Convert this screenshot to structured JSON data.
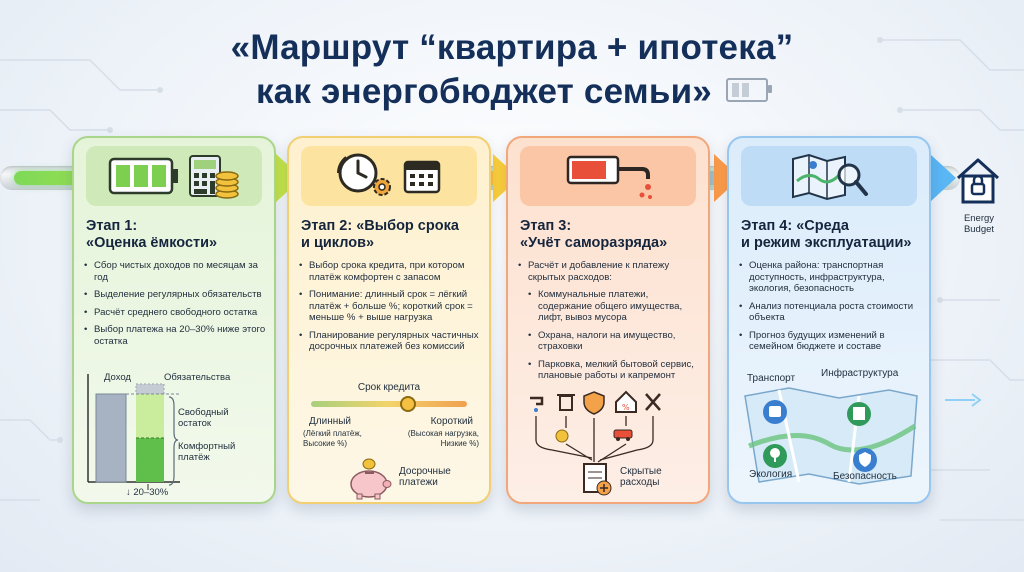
{
  "title": {
    "line1": "«Маршрут “квартира + ипотека”",
    "line2": "как энергобюджет семьи»"
  },
  "colors": {
    "stage1": "#a9d68a",
    "stage2": "#f1cf72",
    "stage3": "#f2a77a",
    "stage4": "#97c6ef",
    "title": "#14305a"
  },
  "stage1": {
    "title": "Этап 1:\n«Оценка ёмкости»",
    "items": [
      "Сбор чистых доходов по месяцам за год",
      "Выделение регулярных обязательств",
      "Расчёт среднего свободного остатка",
      "Выбор платежа на 20–30% ниже этого остатка"
    ],
    "chart": {
      "income": "Доход",
      "obligations": "Обязательства",
      "free_rest": "Свободный\nостаток",
      "comfort_payment": "Комфортный\nплатёж",
      "reduction": "↓ 20–30%"
    },
    "icons": [
      "battery-icon",
      "calculator-icon",
      "coins-icon"
    ]
  },
  "stage2": {
    "title": "Этап 2: «Выбор срока\nи циклов»",
    "items": [
      "Выбор срока кредита, при котором платёж комфортен с запасом",
      "Понимание: длинный срок = лёгкий платёж + больше %; короткий срок = меньше % + выше нагрузка",
      "Планирование регулярных частичных досрочных платежей без комиссий"
    ],
    "slider": {
      "label": "Срок кредита",
      "left_title": "Длинный",
      "left_note": "(Лёгкий платёж,\nВысокие %)",
      "right_title": "Короткий",
      "right_note": "(Высокая нагрузка,\nНизкие %)",
      "value": 0.62
    },
    "early": "Досрочные\nплатежи",
    "icons": [
      "clock-icon",
      "gear-icon",
      "calendar-icon",
      "piggy-bank-icon"
    ]
  },
  "stage3": {
    "title": "Этап 3:\n«Учёт саморазряда»",
    "items": [
      "Расчёт и добавление к платежу скрытых расходов:"
    ],
    "subitems": [
      "Коммунальные платежи, содержание общего имущества, лифт, вывоз мусора",
      "Охрана, налоги на имущество, страховки",
      "Парковка, мелкий бытовой сервис, плановые работы и капремонт"
    ],
    "hidden": "Скрытые\nрасходы",
    "icons": [
      "leaking-battery-icon",
      "faucet-icon",
      "trash-icon",
      "shield-icon",
      "tax-house-icon",
      "tools-icon",
      "car-icon",
      "document-icon"
    ]
  },
  "stage4": {
    "title": "Этап 4: «Среда\nи режим эксплуатации»",
    "items": [
      "Оценка района: транспортная доступность, инфраструктура, экология, безопасность",
      "Анализ потенциала роста стоимости объекта",
      "Прогноз будущих изменений в семейном бюджете и составе"
    ],
    "map": {
      "transport": "Транспорт",
      "infrastructure": "Инфраструктура",
      "ecology": "Экология",
      "safety": "Безопасность"
    },
    "icons": [
      "map-icon",
      "magnifier-icon",
      "bus-icon",
      "building-icon",
      "tree-icon",
      "shield-icon"
    ]
  },
  "goal": {
    "label": "Energy\nBudget",
    "icon": "house-lock-icon"
  }
}
